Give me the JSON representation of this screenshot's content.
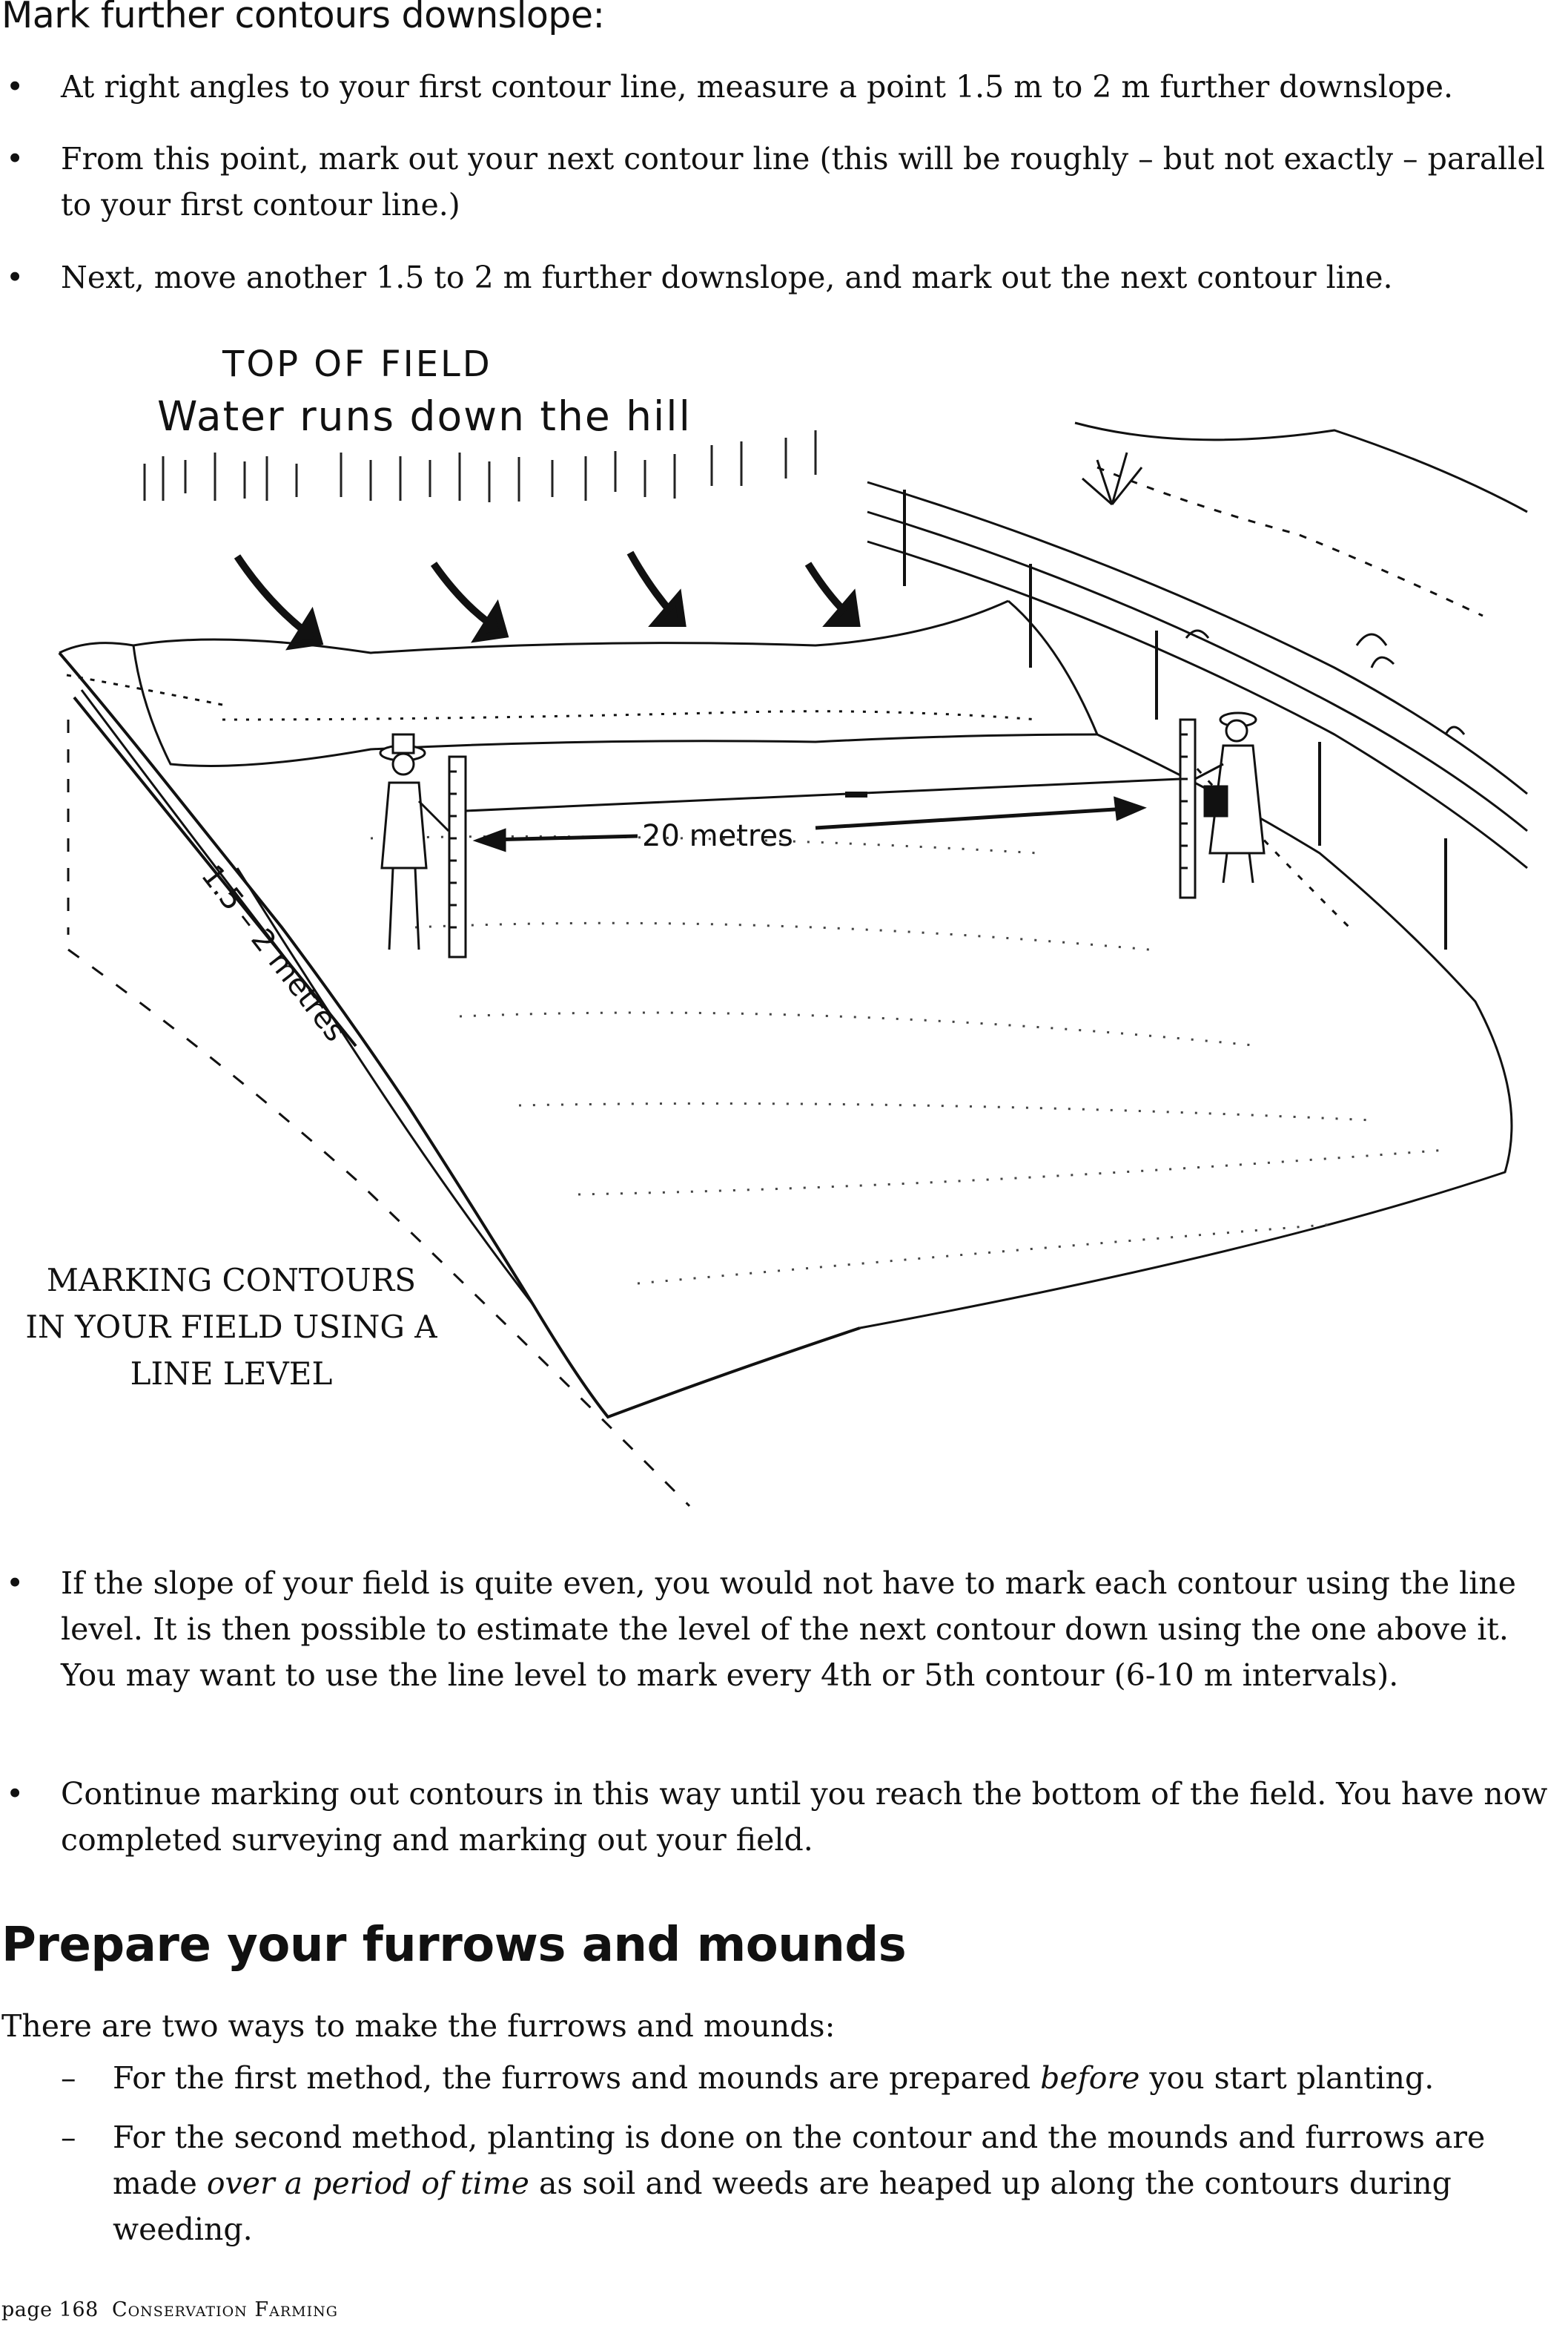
{
  "section1": {
    "heading": "Mark further contours downslope:",
    "bullets": [
      "At right angles to your first contour line, measure a point 1.5 m to 2 m further downslope.",
      "From this point, mark out your next contour line (this will be roughly – but not exactly – parallel to your first contour line.)",
      "Next, move another 1.5 to 2 m further downslope, and mark out the next contour line."
    ]
  },
  "illustration": {
    "label_top": "TOP OF FIELD",
    "label_water": "Water runs down the hill",
    "label_distance": "20 metres",
    "label_downslope": "1.5 – 2 metres",
    "caption_lines": [
      "MARKING CONTOURS",
      "IN YOUR FIELD USING A",
      "LINE LEVEL"
    ]
  },
  "section2": {
    "bullets": [
      "If the slope of your field is quite even, you would not have to mark each contour using the line level. It is then possible to estimate the level of the next contour down using the one above it. You may want to use the line level to mark every 4th or 5th contour (6-10 m intervals).",
      "Continue marking out contours in this way until you reach the bottom of the field. You have now completed surveying and marking out your field."
    ]
  },
  "section3": {
    "heading": "Prepare your furrows and mounds",
    "intro": "There are two ways to make the furrows and mounds:",
    "dash_mark": "–",
    "items": [
      {
        "before": "For the first method, the furrows and mounds are prepared ",
        "em": "before",
        "after": " you start planting."
      },
      {
        "before": "For the second method, planting is done on the contour and the mounds and furrows are made ",
        "em": "over a period of time",
        "after": " as soil and weeds are heaped up along the contours during weeding."
      }
    ]
  },
  "footer": {
    "page": "page 168",
    "title": "Conservation Farming"
  }
}
